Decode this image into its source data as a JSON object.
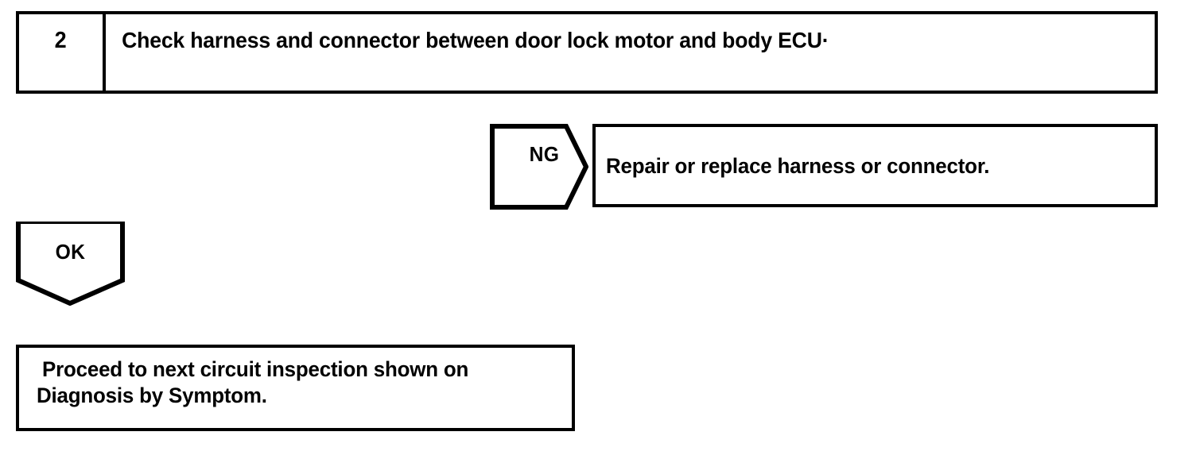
{
  "page": {
    "background_color": "#ffffff",
    "line_color": "#000000",
    "text_color": "#000000",
    "title": "Door lock motor circuit inspection flowchart"
  },
  "step": {
    "number": "2",
    "instruction": "Check harness and connector between door lock motor and body ECU·"
  },
  "branches": {
    "ng": {
      "label": "NG",
      "shape": "pentagon-arrow-right",
      "result": {
        "text": "Repair or replace harness or connector."
      }
    },
    "ok": {
      "label": "OK",
      "shape": "pentagon-arrow-down",
      "result": {
        "line1": "Proceed to next circuit inspection shown on",
        "line2": "Diagnosis by Symptom."
      }
    }
  }
}
